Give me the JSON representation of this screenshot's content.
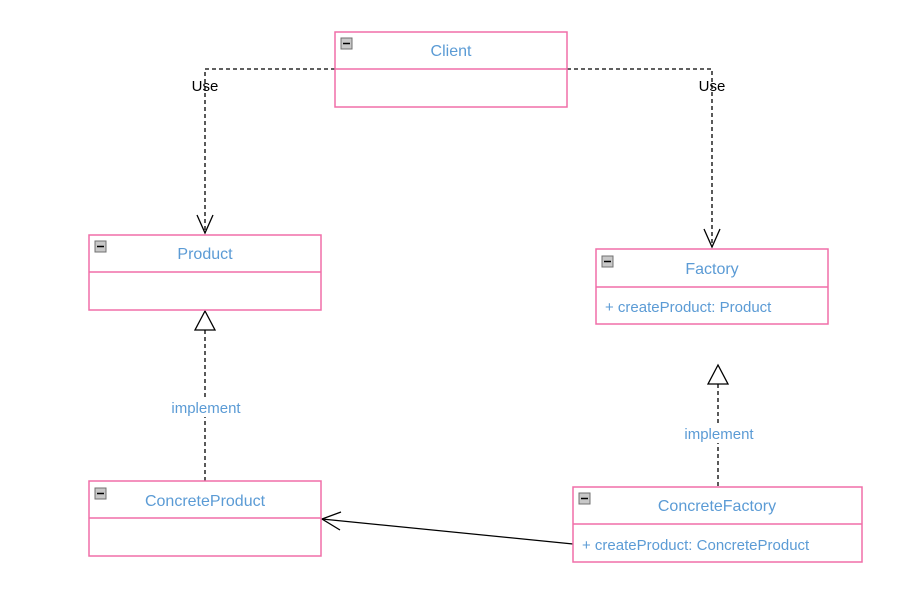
{
  "classes": {
    "client": {
      "name": "Client",
      "operations": []
    },
    "product": {
      "name": "Product",
      "operations": []
    },
    "factory": {
      "name": "Factory",
      "operations": [
        "+ createProduct: Product"
      ]
    },
    "concrete_product": {
      "name": "ConcreteProduct",
      "operations": []
    },
    "concrete_factory": {
      "name": "ConcreteFactory",
      "operations": [
        "+ createProduct: ConcreteProduct"
      ]
    }
  },
  "relations": {
    "client_product": {
      "type": "dependency",
      "label": "Use"
    },
    "client_factory": {
      "type": "dependency",
      "label": "Use"
    },
    "concrete_product_product": {
      "type": "realization",
      "label": "implement"
    },
    "concrete_factory_factory": {
      "type": "realization",
      "label": "implement"
    },
    "concrete_factory_concrete_product": {
      "type": "association",
      "label": ""
    }
  },
  "colors": {
    "class_border": "#f06fa8",
    "class_text": "#5b9bd5",
    "line": "#000000"
  },
  "icons": {
    "collapse": "collapse-icon"
  }
}
